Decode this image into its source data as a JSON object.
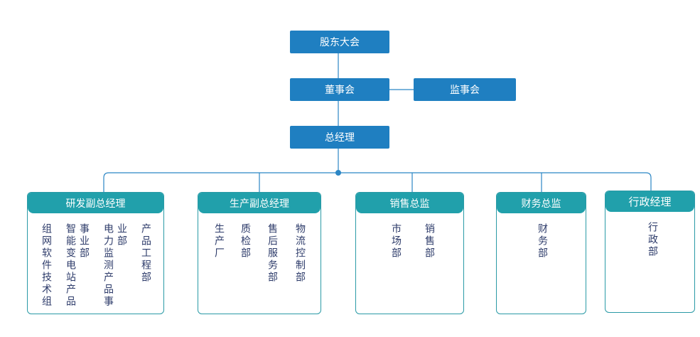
{
  "org": {
    "shareholders": "股东大会",
    "board": "董事会",
    "supervisors": "监事会",
    "gm": "总经理"
  },
  "departments": [
    {
      "title": "研发副总经理",
      "columns": [
        "组网软件技术组",
        "智能变电站产品",
        "事业部",
        "电力监测产品事",
        "业部",
        "产品工程部"
      ]
    },
    {
      "title": "生产副总经理",
      "columns": [
        "生产厂",
        "质检部",
        "售后服务部",
        "物流控制部"
      ]
    },
    {
      "title": "销售总监",
      "columns": [
        "市场部",
        "销售部"
      ]
    },
    {
      "title": "财务总监",
      "columns": [
        "财务部"
      ]
    },
    {
      "title": "行政经理",
      "columns": [
        "行政部"
      ]
    }
  ],
  "colors": {
    "top": "#1f7fc1",
    "dept": "#21a0ab",
    "line": "#2b86c5",
    "text": "#2d3b6a"
  }
}
